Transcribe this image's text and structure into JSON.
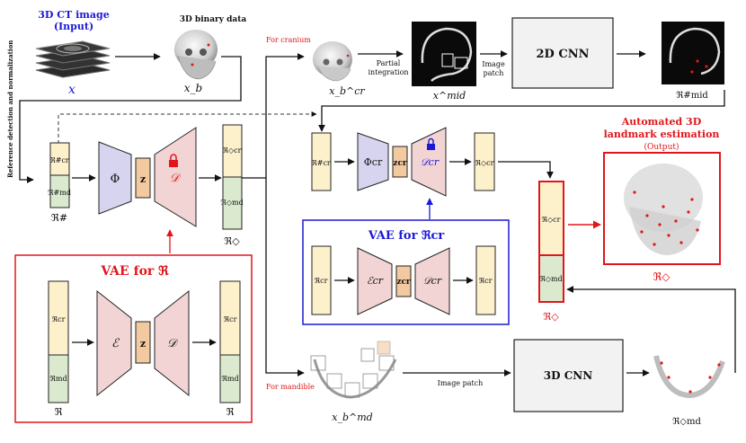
{
  "colors": {
    "red_accent": "#e0161b",
    "blue_accent": "#1a1ad6",
    "vector_top": "#fdf1cc",
    "vector_bottom": "#dbe9cf",
    "encoder_blue": "#d6d4ef",
    "decoder_red": "#f2d4d4",
    "latent": "#f3c9a0",
    "cnn_box": "#f2f2f2"
  },
  "input": {
    "title_line1": "3D CT image",
    "title_line2": "(Input)",
    "symbol": "x"
  },
  "binary": {
    "title": "3D binary data",
    "symbol": "x_b"
  },
  "side_label": "Reference detection and normalization",
  "cranium": {
    "label": "For cranium",
    "image_symbol": "x_b^cr",
    "partial_integration_1": "Partial",
    "partial_integration_2": "integration",
    "mid_symbol": "x^mid",
    "image_patch_1": "Image",
    "image_patch_2": "patch",
    "cnn2d": "2D CNN",
    "output_symbol": "ℜ#mid"
  },
  "main_vae": {
    "input_top": "ℜ#cr",
    "input_bottom": "ℜ#md",
    "input_label": "ℜ#",
    "encoder": "Φ",
    "latent": "z",
    "decoder": "𝒟",
    "output_top": "ℜ◇cr",
    "output_bottom": "ℜ◇md",
    "output_label": "ℜ◇"
  },
  "vae_r": {
    "title": "VAE for ℜ",
    "input_top": "ℜcr",
    "input_bottom": "ℜmd",
    "input_label": "ℜ",
    "encoder": "ℰ",
    "latent": "z",
    "decoder": "𝒟",
    "output_top": "ℜcr",
    "output_bottom": "ℜmd",
    "output_label": "ℜ"
  },
  "cr_vae": {
    "input": "ℜ#cr",
    "encoder": "Φcr",
    "latent": "zcr",
    "decoder": "𝒟cr",
    "output": "ℜ◇cr"
  },
  "vae_cr": {
    "title": "VAE for ℜcr",
    "input": "ℜcr",
    "encoder": "ℰcr",
    "latent": "zcr",
    "decoder": "𝒟cr",
    "output": "ℜcr"
  },
  "result": {
    "title_line1": "Automated 3D",
    "title_line2": "landmark estimation",
    "title_line3": "(Output)",
    "top": "ℜ◇cr",
    "bottom": "ℜ◇md",
    "label": "ℜ◇",
    "image_label": "ℜ◇"
  },
  "mandible": {
    "label": "For mandible",
    "symbol": "x_b^md",
    "image_patch": "Image patch",
    "cnn3d": "3D CNN",
    "output_symbol": "ℜ◇md"
  }
}
